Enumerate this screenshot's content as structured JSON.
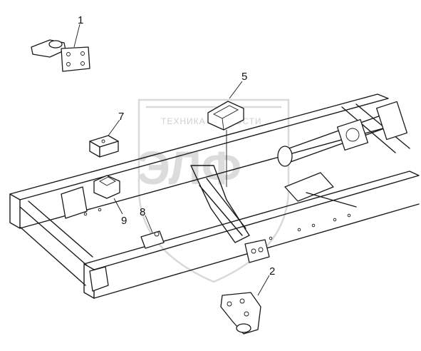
{
  "watermark": {
    "line1_left": "ТЕХНИКА",
    "line1_right": "ОСТИ",
    "big": "ЭЛФ"
  },
  "callouts": [
    {
      "label": "1"
    },
    {
      "label": "2"
    },
    {
      "label": "5"
    },
    {
      "label": "7"
    },
    {
      "label": "8"
    },
    {
      "label": "9"
    }
  ],
  "colors": {
    "line": "#1a1a1a",
    "watermark": "#d9d9d9"
  }
}
